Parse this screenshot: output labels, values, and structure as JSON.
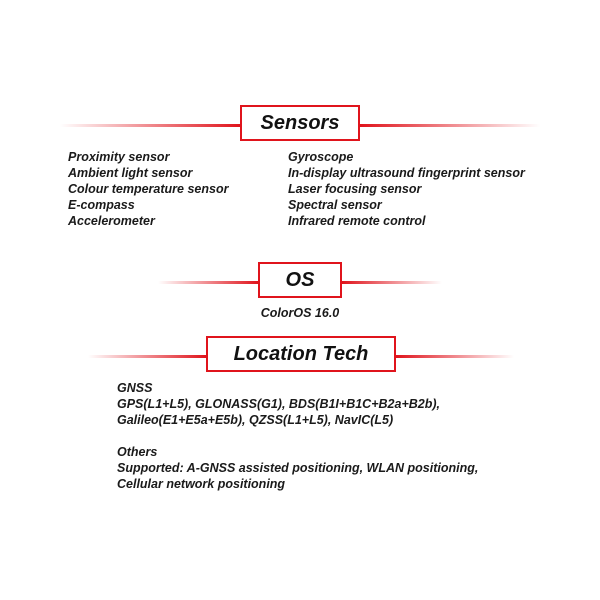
{
  "colors": {
    "accent": "#e0141c",
    "text": "#1a1a1a"
  },
  "sensors": {
    "title": "Sensors",
    "left": [
      "Proximity sensor",
      "Ambient light sensor",
      "Colour temperature sensor",
      "E-compass",
      "Accelerometer"
    ],
    "right": [
      "Gyroscope",
      "In-display ultrasound fingerprint sensor",
      "Laser focusing sensor",
      "Spectral sensor",
      "Infrared remote control"
    ]
  },
  "os": {
    "title": "OS",
    "value": "ColorOS 16.0"
  },
  "location": {
    "title": "Location Tech",
    "gnss_label": "GNSS",
    "gnss_lines": [
      "GPS(L1+L5), GLONASS(G1), BDS(B1I+B1C+B2a+B2b),",
      "Galileo(E1+E5a+E5b), QZSS(L1+L5), NavIC(L5)"
    ],
    "others_label": "Others",
    "others_lines": [
      "Supported: A-GNSS assisted positioning, WLAN positioning,",
      "Cellular network positioning"
    ]
  }
}
